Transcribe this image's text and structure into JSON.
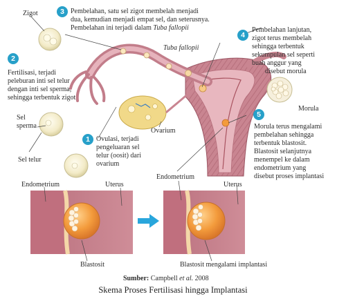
{
  "colors": {
    "badge": "#27a0c9",
    "tissue": "#c98a94",
    "egg": "#f2e9c6",
    "blastocyst": "#f39b3c",
    "arrow": "#29a6dc"
  },
  "labels": {
    "zigot": "Zigot",
    "tuba_fallopii": "Tuba fallopii",
    "sel_sperma_1": "Sel",
    "sel_sperma_2": "sperma",
    "sel_telur": "Sel telur",
    "ovarium": "Ovarium",
    "morula": "Morula",
    "endometrium_top": "Endometrium",
    "uterus_top": "Uterus",
    "endometrium_left": "Endometrium",
    "uterus_left": "Uterus",
    "blastosit": "Blastosit",
    "blastosit_implantasi": "Blastosit mengalami implantasi"
  },
  "steps": [
    {
      "number": "1",
      "lines": [
        "Ovulasi, terjadi",
        "pengeluaran sel",
        "telur (oosit) dari",
        "ovarium"
      ]
    },
    {
      "number": "2",
      "lines": [
        "Fertilisasi, terjadi",
        "peleburan inti sel telur",
        "dengan inti sel sperma,",
        "sehingga terbentuk zigot"
      ]
    },
    {
      "number": "3",
      "lines": [
        "Pembelahan, satu sel zigot membelah menjadi",
        "dua, kemudian menjadi empat sel, dan seterusnya.",
        "Pembelahan ini terjadi dalam "
      ],
      "italic_tail": "Tuba fallopii"
    },
    {
      "number": "4",
      "lines": [
        "Pembelahan lanjutan,",
        "zigot terus membelah",
        "sehingga terbentuk",
        "sekumpulan sel seperti",
        "buah anggur yang",
        "disebut morula"
      ]
    },
    {
      "number": "5",
      "lines": [
        "Morula terus mengalami",
        "pembelahan sehingga",
        "terbentuk blastosit.",
        "Blastosit selanjutnya",
        "menempel ke dalam",
        "endometrium yang",
        "disebut proses implantasi"
      ]
    }
  ],
  "source": {
    "prefix": "Sumber:",
    "text_before": " Campbell ",
    "italic": "et al.",
    "text_after": " 2008"
  },
  "caption": "Skema Proses Fertilisasi hingga Implantasi"
}
